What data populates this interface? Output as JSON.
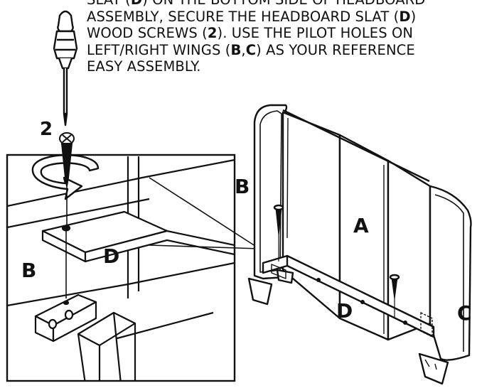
{
  "instructions": {
    "lines": [
      [
        {
          "t": "SLAT ("
        },
        {
          "t": "D",
          "b": true
        },
        {
          "t": ") ON THE BOTTOM SIDE OF HEADBOARD"
        }
      ],
      [
        {
          "t": "ASSEMBLY, SECURE THE HEADBOARD SLAT ("
        },
        {
          "t": "D",
          "b": true
        },
        {
          "t": ")"
        }
      ],
      [
        {
          "t": "WOOD SCREWS ("
        },
        {
          "t": "2",
          "b": true
        },
        {
          "t": "). USE THE PILOT HOLES ON"
        }
      ],
      [
        {
          "t": "LEFT/RIGHT WINGS ("
        },
        {
          "t": "B",
          "b": true
        },
        {
          "t": ","
        },
        {
          "t": "C",
          "b": true
        },
        {
          "t": ") AS YOUR REFERENCE"
        }
      ],
      [
        {
          "t": "EASY ASSEMBLY."
        }
      ]
    ]
  },
  "labels": {
    "screw_count": "2",
    "detail_wing": "B",
    "detail_slat": "D",
    "headboard_wing_left": "B",
    "headboard_panel": "A",
    "headboard_slat": "D",
    "headboard_wing_right": "C"
  },
  "icons": [
    "screwdriver-icon",
    "rotation-arrow-icon",
    "wood-screw-icon"
  ]
}
